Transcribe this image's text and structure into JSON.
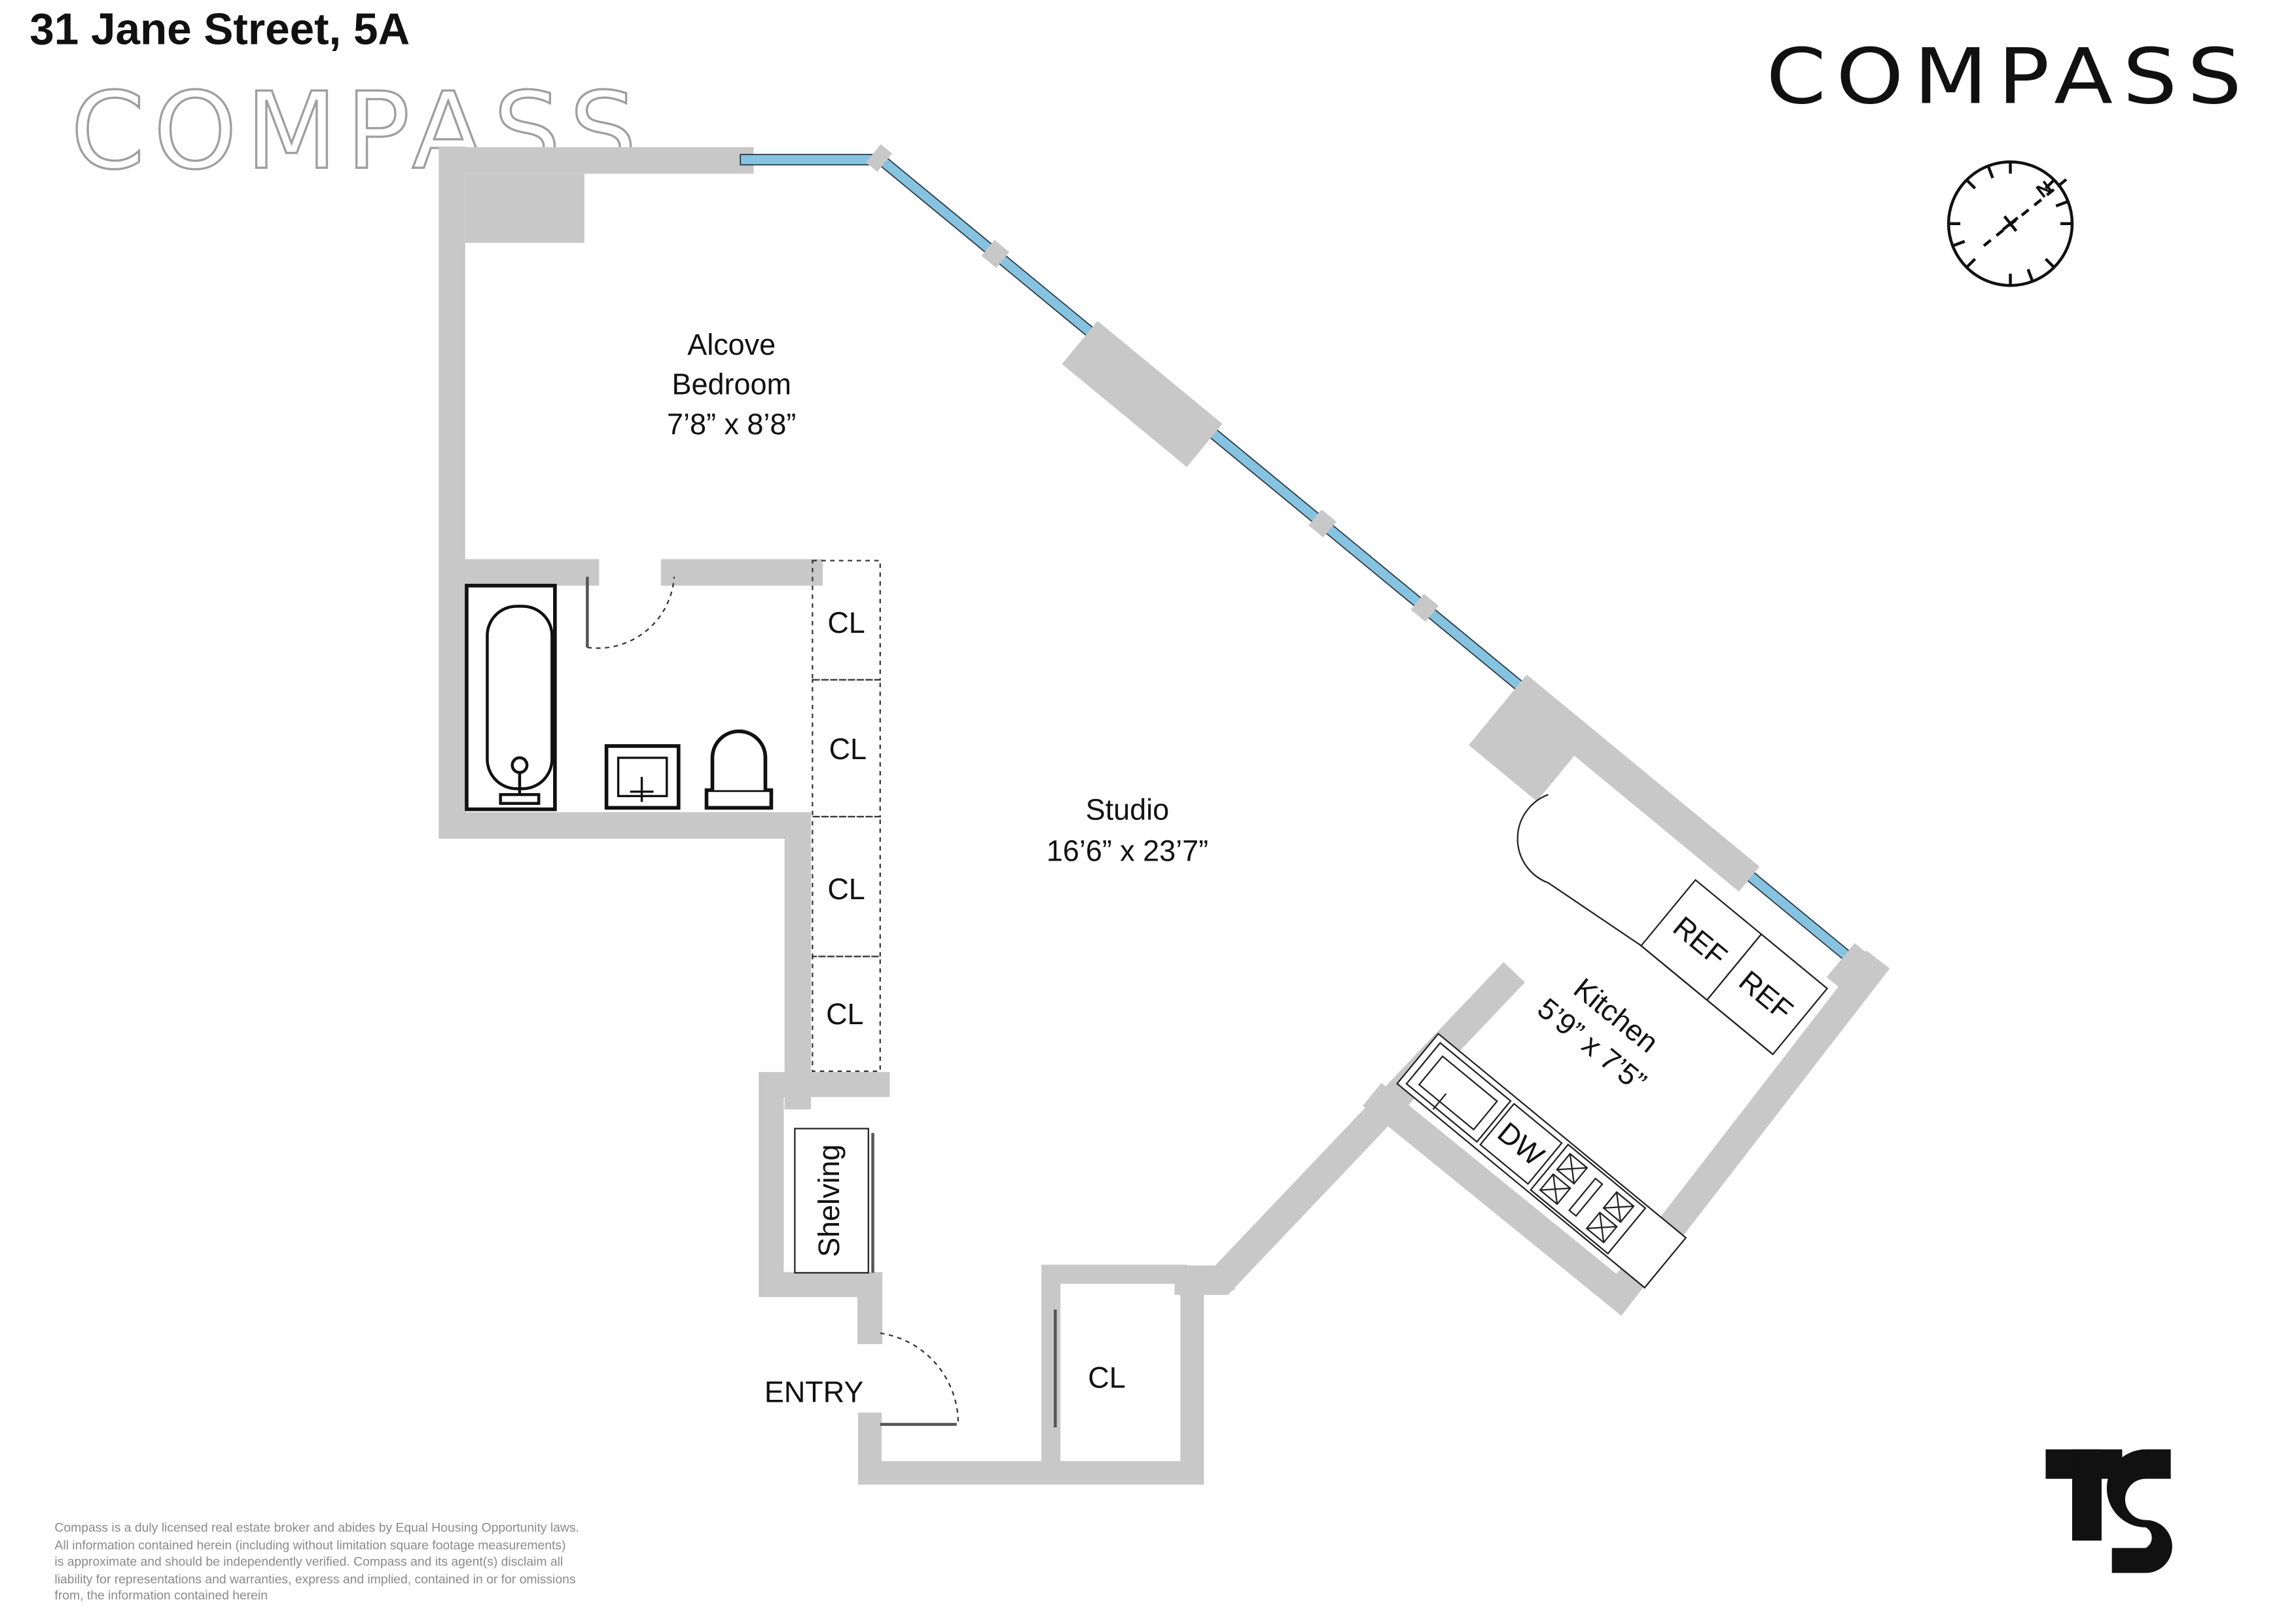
{
  "header": {
    "title": "31 Jane Street, 5A"
  },
  "brand": {
    "logo_text": "COMPASS",
    "watermark_text": "COMPASS",
    "corner_logo": "TS"
  },
  "compass_rose": {
    "north_label": "N"
  },
  "rooms": {
    "alcove": {
      "line1": "Alcove",
      "line2": "Bedroom",
      "dims": "7’8” x 8’8”"
    },
    "studio": {
      "name": "Studio",
      "dims": "16’6” x 23’7”"
    },
    "kitchen": {
      "name": "Kitchen",
      "dims": "5’9” x 7’5”"
    },
    "entry": "ENTRY"
  },
  "fixtures": {
    "closets": [
      "CL",
      "CL",
      "CL",
      "CL",
      "CL"
    ],
    "shelving": "Shelving",
    "ref": [
      "REF",
      "REF"
    ],
    "dw": "DW"
  },
  "disclaimer": [
    "Compass is a duly licensed real estate broker and abides by Equal Housing Opportunity laws.",
    "All information contained herein (including without limitation square footage measurements)",
    " is approximate and should be independently verified. Compass and its agent(s) disclaim all",
    "liability for representations and warranties, express and implied, contained in or for omissions",
    " from, the information contained herein"
  ],
  "colors": {
    "wall": "#c8c8c8",
    "window": "#86c3e0",
    "text": "#111111"
  }
}
